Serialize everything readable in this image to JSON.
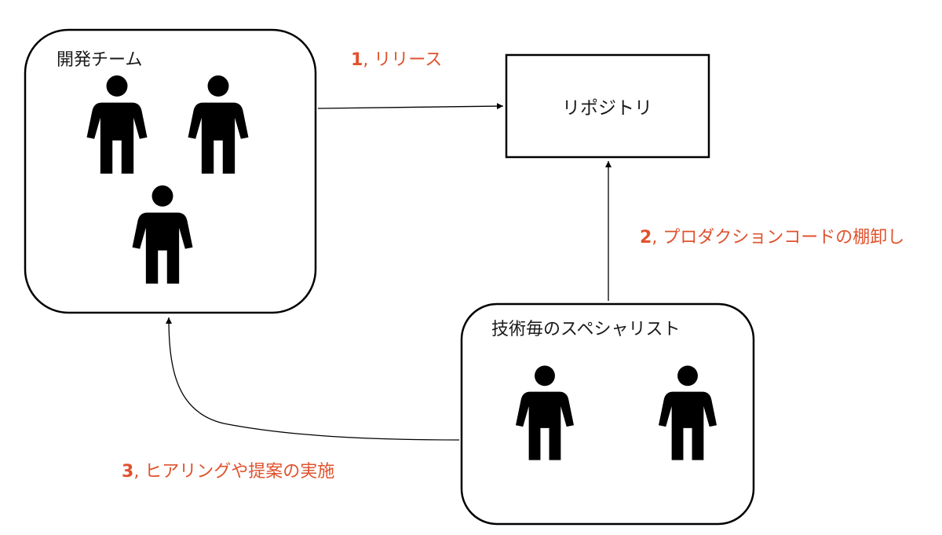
{
  "colors": {
    "stroke": "#000000",
    "label_accent": "#e0522e",
    "background": "#ffffff"
  },
  "dev_team": {
    "title": "開発チーム",
    "member_count": 3,
    "icon": "person-icon"
  },
  "specialists": {
    "title": "技術毎のスペシャリスト",
    "member_count": 2,
    "icon": "person-icon"
  },
  "repository": {
    "label": "リポジトリ"
  },
  "flows": [
    {
      "number": "1",
      "text": ", リリース",
      "from": "開発チーム",
      "to": "リポジトリ"
    },
    {
      "number": "2",
      "text": ", プロダクションコードの棚卸し",
      "from": "技術毎のスペシャリスト",
      "to": "リポジトリ"
    },
    {
      "number": "3",
      "text": ", ヒアリングや提案の実施",
      "from": "技術毎のスペシャリスト",
      "to": "開発チーム"
    }
  ]
}
